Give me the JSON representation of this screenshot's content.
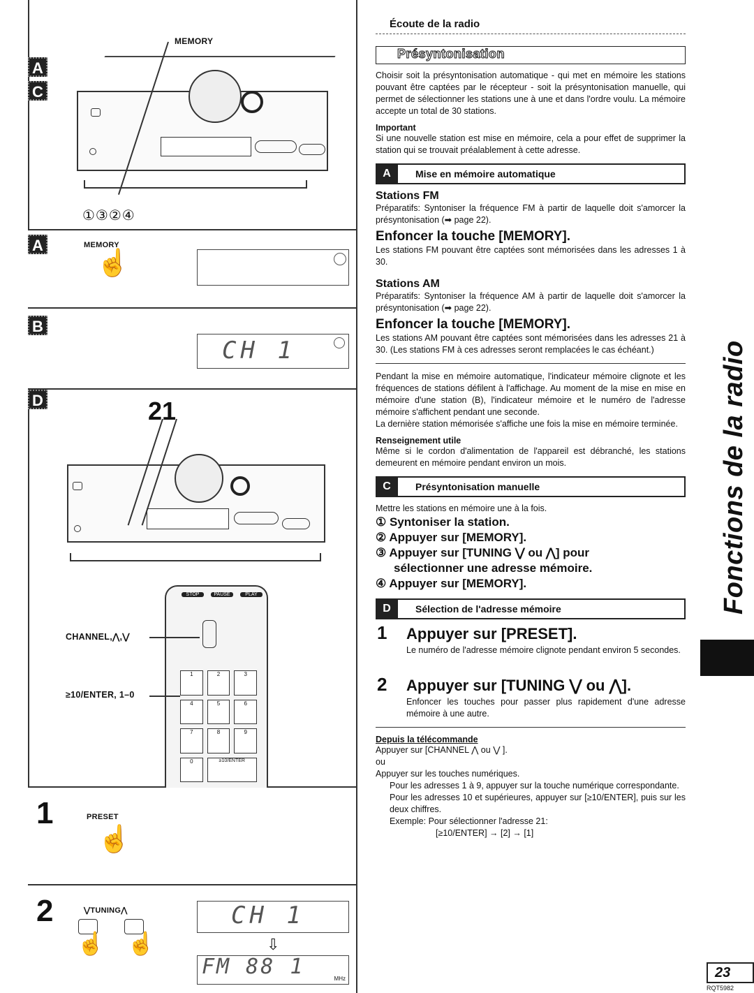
{
  "left": {
    "tags": {
      "a1": "A",
      "c1": "C",
      "a2": "A",
      "b": "B",
      "d": "D"
    },
    "memory_label_top": "MEMORY",
    "callouts": "①③②④",
    "memory_label_a": "MEMORY",
    "lcd_b": "CH  1",
    "numbers_21": "21",
    "channel_label": "CHANNEL,⋀,⋁",
    "enter_label": "≥10/ENTER, 1–0",
    "step1_num": "1",
    "preset_label": "PRESET",
    "step2_num": "2",
    "tuning_label": "⋁TUNING⋀",
    "lcd_ch": "CH  1",
    "lcd_fm": "FM   88  1",
    "lcd_unit": "MHz",
    "remote_keys": [
      "STOP",
      "PAUSE",
      "PLAY"
    ],
    "keypad": [
      "1",
      "2",
      "3",
      "4",
      "5",
      "6",
      "7",
      "8",
      "9",
      "0",
      "≥10/ENTER"
    ]
  },
  "right": {
    "header": "Écoute de la radio",
    "title": "Présyntonisation",
    "intro": "Choisir soit la présyntonisation automatique - qui met en mémoire les stations pouvant être captées par le récepteur - soit la présyntonisation manuelle, qui permet de sélectionner les stations une à une et dans l'ordre voulu. La mémoire accepte un total de 30 stations.",
    "important_h": "Important",
    "important_t": "Si une nouvelle station est mise en mémoire, cela a pour effet de supprimer la station qui se trouvait préalablement à cette adresse.",
    "secA_k": "A",
    "secA_n": "Mise en mémoire automatique",
    "fm_h": "Stations FM",
    "fm_prep": "Préparatifs: Syntoniser la fréquence FM à partir de laquelle doit s'amorcer la présyntonisation (➡ page 22).",
    "fm_action": "Enfoncer la touche [MEMORY].",
    "fm_res": "Les stations FM pouvant être captées sont mémorisées dans les adresses 1 à 30.",
    "am_h": "Stations AM",
    "am_prep": "Préparatifs: Syntoniser la fréquence AM à partir de laquelle doit s'amorcer la présyntonisation (➡ page 22).",
    "am_action": "Enfoncer la touche [MEMORY].",
    "am_res": "Les stations AM pouvant être captées sont mémorisées dans les adresses 21 à 30. (Les stations FM à ces adresses seront remplacées le cas échéant.)",
    "auto_p1": "Pendant la mise en mémoire automatique, l'indicateur mémoire clignote et les fréquences de stations défilent à l'affichage. Au moment de la mise en mise en mémoire d'une station (B), l'indicateur mémoire et le numéro de l'adresse mémoire s'affichent pendant une seconde.",
    "auto_p2": "La dernière station mémorisée s'affiche une fois la mise en mémoire terminée.",
    "info_h": "Renseignement utile",
    "info_t": "Même si le cordon d'alimentation de l'appareil est débranché, les stations demeurent en mémoire pendant environ un mois.",
    "secC_k": "C",
    "secC_n": "Présyntonisation manuelle",
    "manual_intro": "Mettre les stations en mémoire une à la fois.",
    "m1": "① Syntoniser la station.",
    "m2": "② Appuyer sur [MEMORY].",
    "m3": "③ Appuyer sur [TUNING ⋁ ou ⋀] pour",
    "m3b": "sélectionner une adresse mémoire.",
    "m4": "④ Appuyer sur [MEMORY].",
    "secD_k": "D",
    "secD_n": "Sélection de l'adresse mémoire",
    "d1_num": "1",
    "d1_h": "Appuyer sur [PRESET].",
    "d1_t": "Le numéro de l'adresse mémoire clignote pendant environ 5 secondes.",
    "d2_num": "2",
    "d2_h": "Appuyer sur [TUNING ⋁ ou ⋀].",
    "d2_t": "Enfoncer les touches pour passer plus rapidement d'une adresse mémoire à une autre.",
    "remote_h": "Depuis la télécommande",
    "r1": "Appuyer sur [CHANNEL ⋀ ou ⋁ ].",
    "r_ou": "ou",
    "r2": "Appuyer sur les touches numériques.",
    "r3": "Pour les adresses 1 à 9, appuyer sur la touche numérique correspondante.",
    "r4": "Pour les adresses 10 et supérieures, appuyer sur [≥10/ENTER], puis sur les deux chiffres.",
    "r5": "Exemple: Pour sélectionner l'adresse 21:",
    "r6": "[≥10/ENTER] → [2] → [1]"
  },
  "side": {
    "vertical": "Fonctions de la radio",
    "page": "23",
    "code": "RQT5982"
  }
}
